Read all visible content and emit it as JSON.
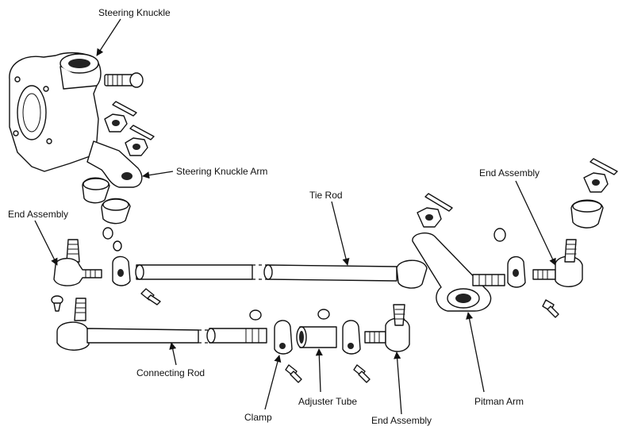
{
  "labels": {
    "steering_knuckle": "Steering Knuckle",
    "steering_knuckle_arm": "Steering Knuckle Arm",
    "tie_rod": "Tie Rod",
    "end_assembly_right": "End Assembly",
    "end_assembly_left": "End Assembly",
    "connecting_rod": "Connecting Rod",
    "clamp": "Clamp",
    "adjuster_tube": "Adjuster Tube",
    "end_assembly_bottom": "End Assembly",
    "pitman_arm": "Pitman Arm"
  }
}
